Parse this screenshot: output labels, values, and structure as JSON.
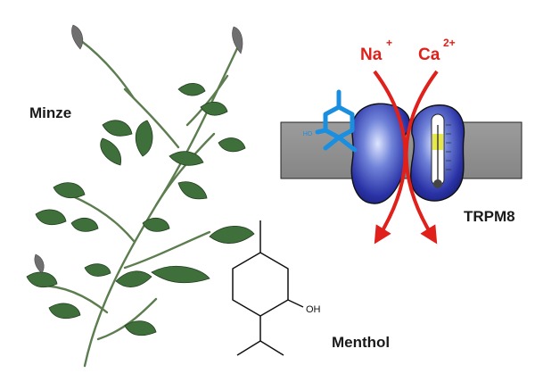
{
  "labels": {
    "plant": "Minze",
    "channel": "TRPM8",
    "molecule": "Menthol",
    "molecule_group": "OH",
    "ligand_group": "HO"
  },
  "ions": [
    {
      "symbol": "Na",
      "charge": "+"
    },
    {
      "symbol": "Ca",
      "charge": "2+"
    }
  ],
  "colors": {
    "arrow": "#e0201b",
    "membrane": "#8f8f8f",
    "channel": "#2233aa",
    "ligand": "#1a8fe0",
    "leaf": "#3f6f3a",
    "thermometer": "#e8e84a"
  }
}
